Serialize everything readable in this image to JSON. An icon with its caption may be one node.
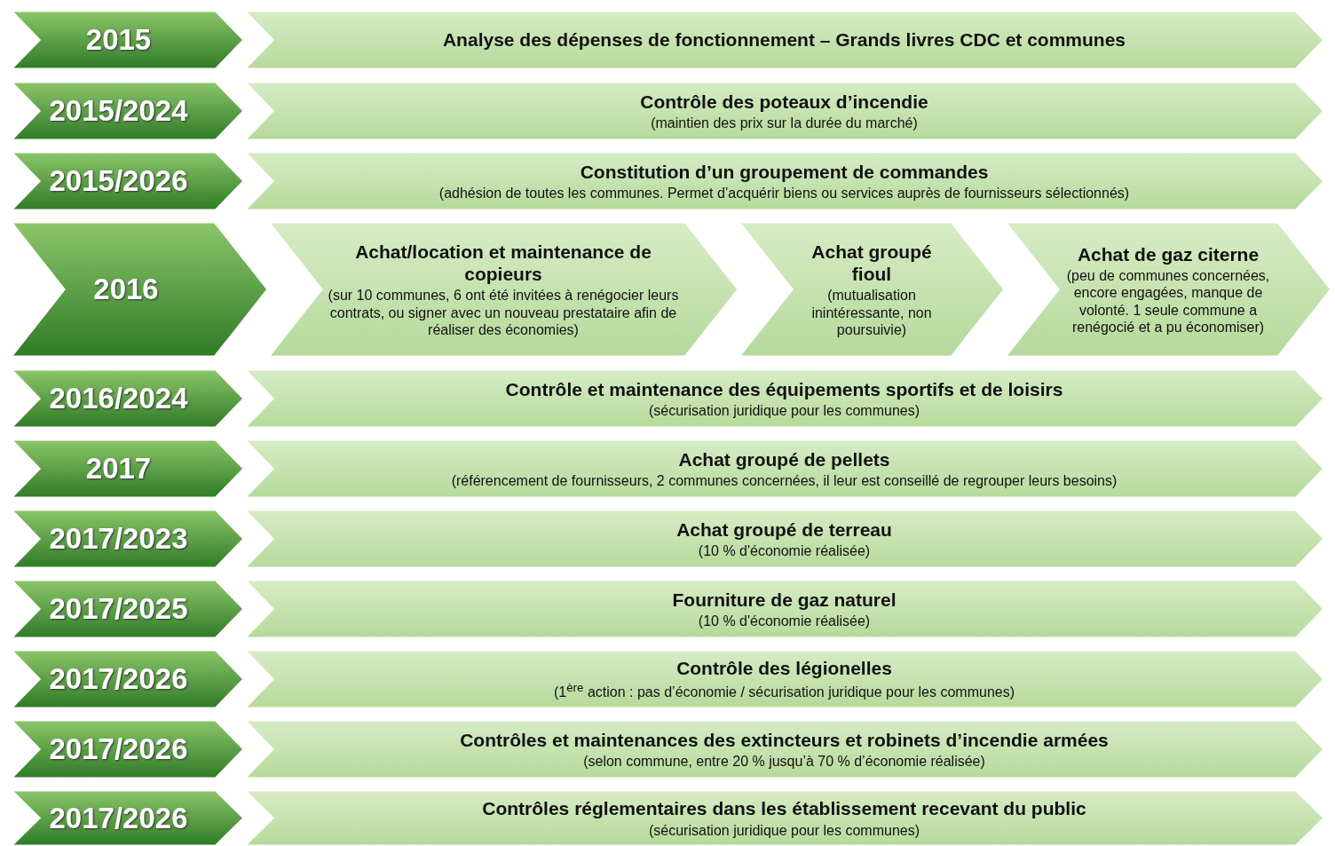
{
  "diagram": {
    "nodes": [
      {
        "text": [
          "2015"
        ]
      },
      {
        "text": [
          "Analyse des dépenses de fonctionnement – Grands livres CDC et communes"
        ]
      },
      {
        "text": [
          "2015/2024"
        ]
      },
      {
        "text": [
          "Contrôle des poteaux d’incendie",
          "(maintien des prix sur la durée du marché)"
        ]
      },
      {
        "text": [
          "2015/2026"
        ]
      },
      {
        "text": [
          "Constitution d’un groupement de commandes",
          "(adhésion de toutes les communes. Permet d’acquérir biens ou services auprès de fournisseurs sélectionnés)"
        ]
      },
      {
        "text": [
          "2016"
        ]
      },
      {
        "text": [
          "Achat/location et maintenance de copieurs",
          "(sur 10 communes, 6 ont été invitées à renégocier leurs contrats, ou signer avec un nouveau prestataire afin de réaliser des économies)"
        ]
      },
      {
        "text": [
          "Achat groupé fioul",
          "(mutualisation inintéressante, non poursuivie)"
        ]
      },
      {
        "text": [
          "Achat de gaz citerne",
          "(peu de communes concernées, encore engagées, manque de volonté. 1 seule commune a renégocié et a pu économiser)"
        ]
      },
      {
        "text": [
          "2016/2024"
        ]
      },
      {
        "text": [
          "Contrôle et maintenance des équipements sportifs et de loisirs",
          "(sécurisation juridique pour les communes)"
        ]
      },
      {
        "text": [
          "2017"
        ]
      },
      {
        "text": [
          "Achat groupé de pellets",
          "(référencement de fournisseurs, 2 communes concernées, il leur est conseillé de regrouper leurs besoins)"
        ]
      },
      {
        "text": [
          "2017/2023"
        ]
      },
      {
        "text": [
          "Achat groupé de terreau",
          "(10 % d'économie réalisée)"
        ]
      },
      {
        "text": [
          "2017/2025"
        ]
      },
      {
        "text": [
          "Fourniture de gaz naturel",
          "(10 % d'économie réalisée)"
        ]
      },
      {
        "text": [
          "2017/2026"
        ]
      },
      {
        "text": [
          "Contrôle des légionelles",
          "(1$^{ère}$ action : pas d’économie / sécurisation juridique pour les communes)"
        ]
      },
      {
        "text": [
          "2017/2026"
        ]
      },
      {
        "text": [
          "Contrôles et maintenances des extincteurs et robinets d’incendie armées",
          "(selon commune, entre 20 % jusqu’à 70 % d’économie réalisée)"
        ]
      },
      {
        "text": [
          "2017/2026"
        ]
      },
      {
        "text": [
          "Contrôles réglementaires dans les établissement recevant du public",
          "(sécurisation juridique pour les communes)"
        ]
      }
    ]
  }
}
